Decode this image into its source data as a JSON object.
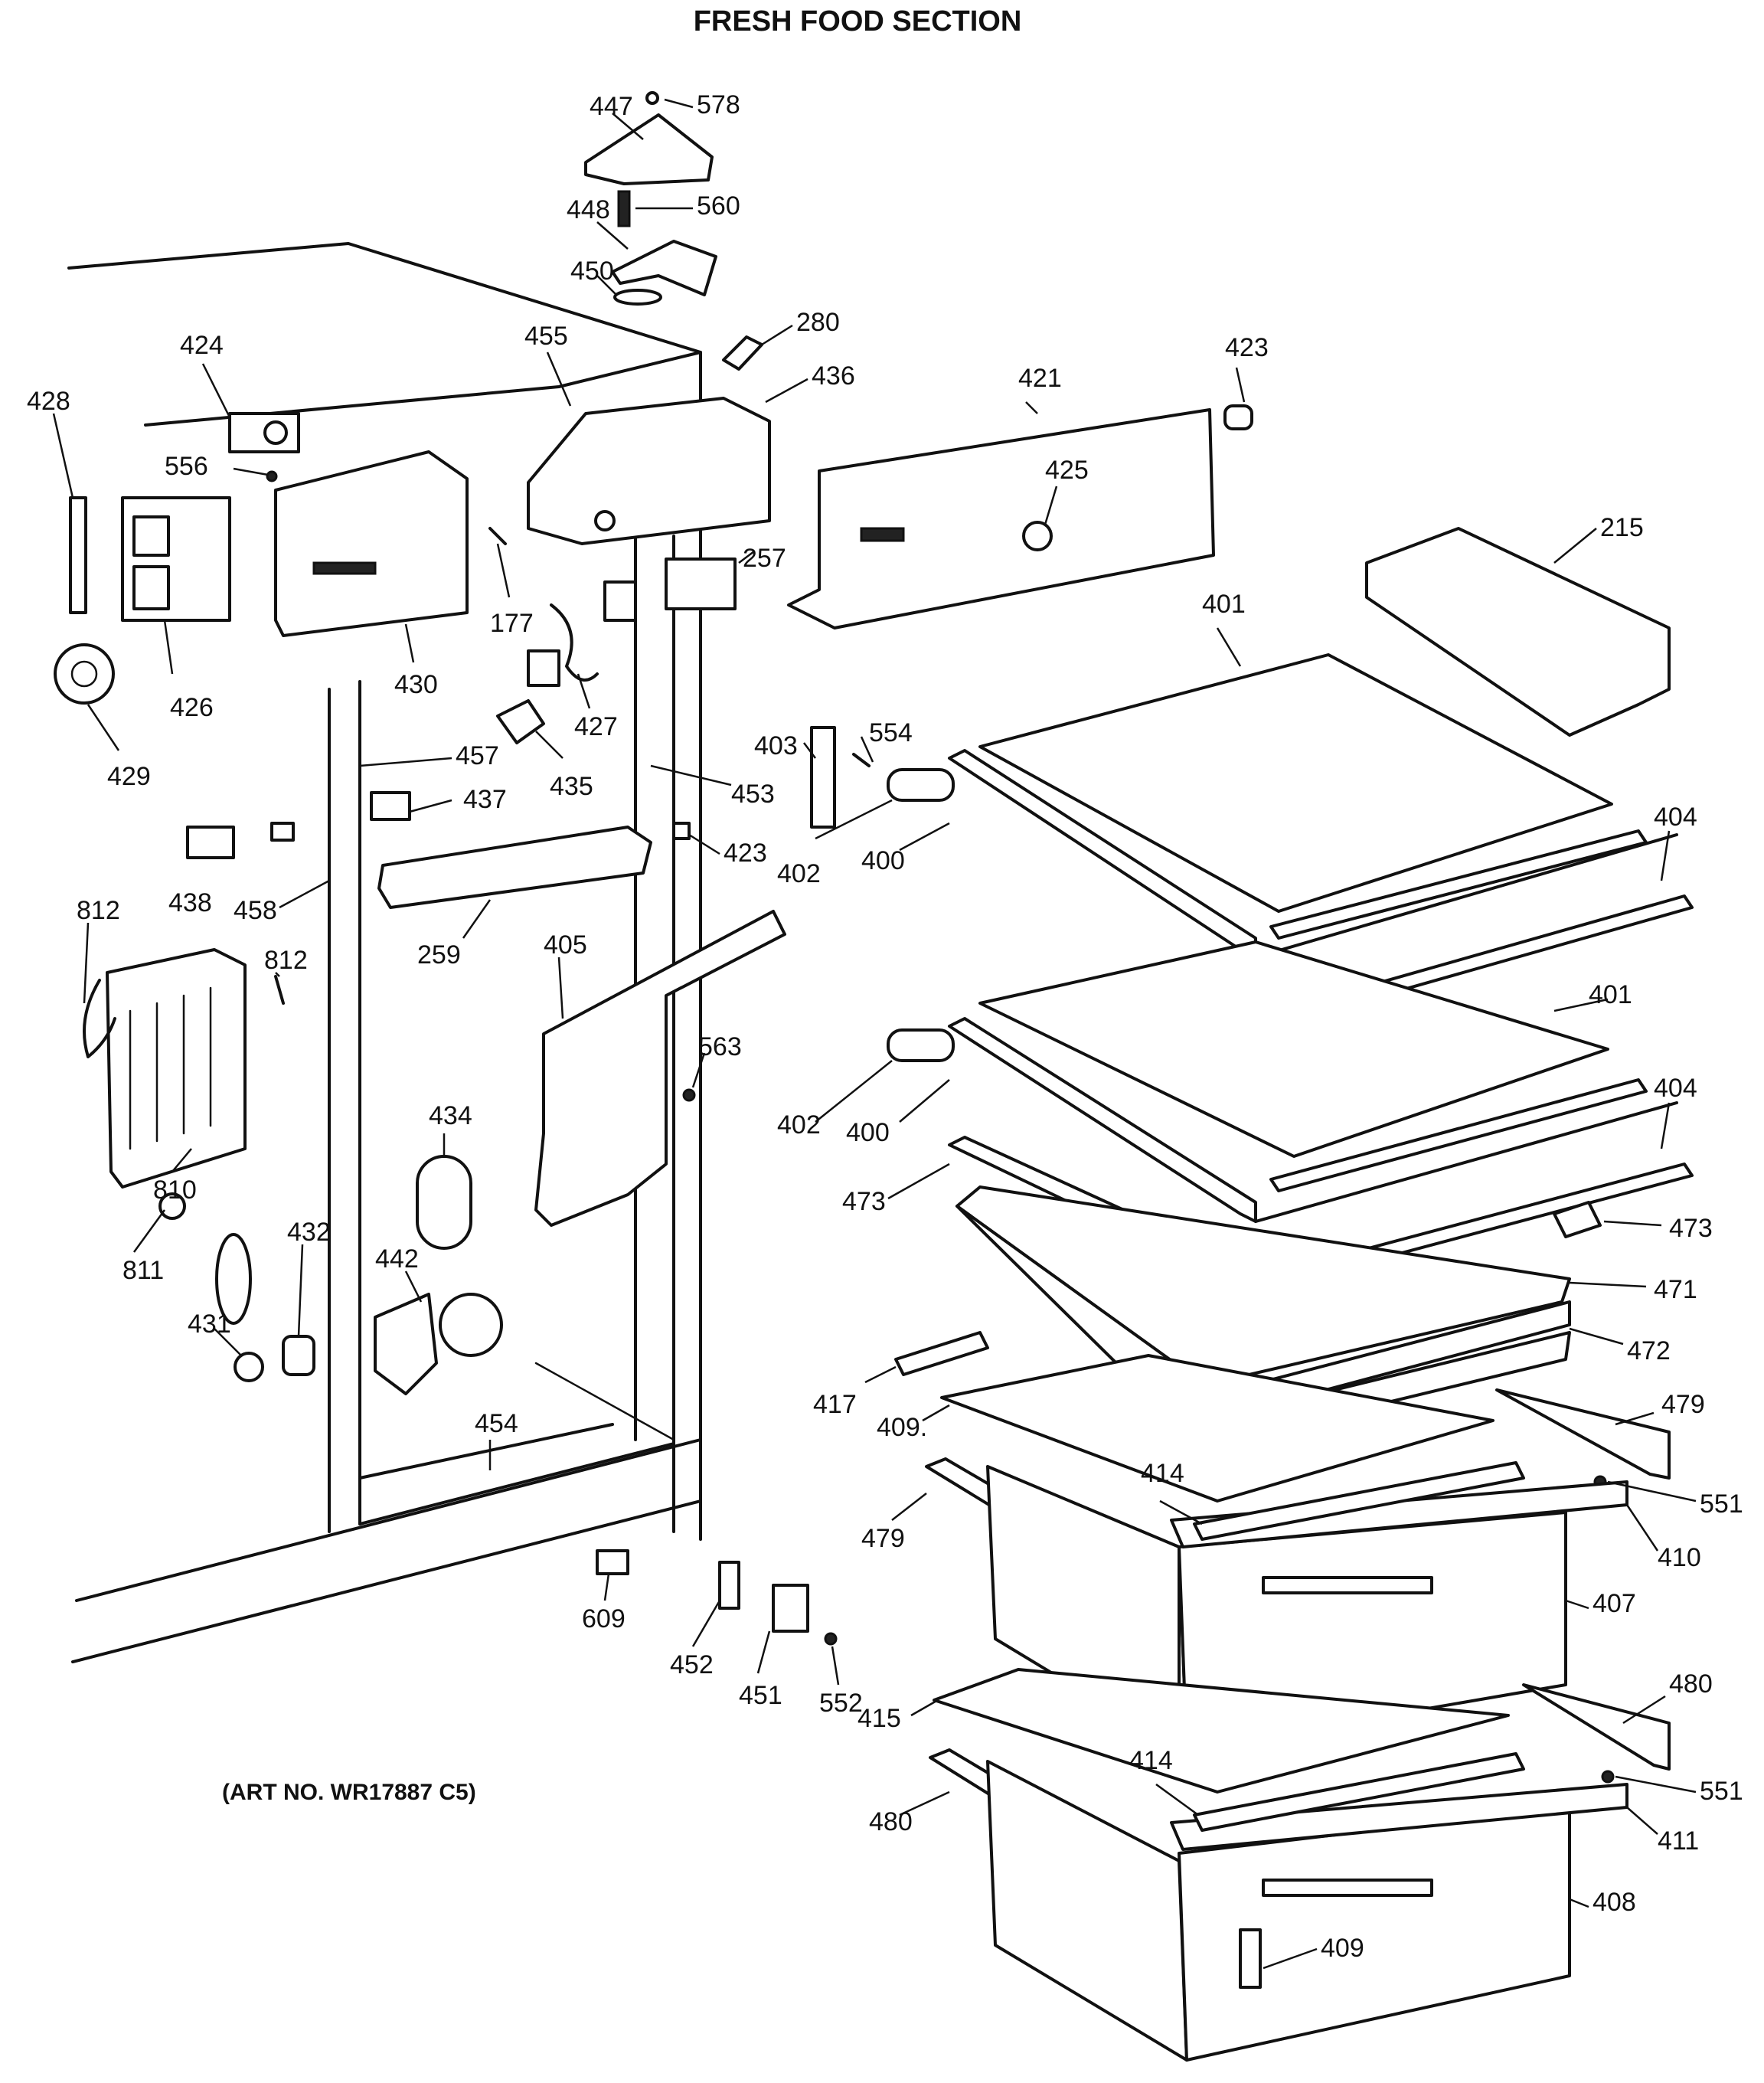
{
  "title": "FRESH FOOD SECTION",
  "art_number": "(ART NO. WR17887 C5)",
  "callouts": {
    "c215": "215",
    "c177": "177",
    "c257": "257",
    "c259": "259",
    "c280": "280",
    "c400a": "400",
    "c400b": "400",
    "c401a": "401",
    "c401b": "401",
    "c402a": "402",
    "c402b": "402",
    "c403": "403",
    "c404a": "404",
    "c404b": "404",
    "c405": "405",
    "c407": "407",
    "c408": "408",
    "c409a": "409.",
    "c409b": "409",
    "c410": "410",
    "c411": "411",
    "c414a": "414",
    "c414b": "414",
    "c415": "415",
    "c417": "417",
    "c421": "421",
    "c423a": "423",
    "c423b": "423",
    "c424": "424",
    "c425": "425",
    "c426": "426",
    "c427": "427",
    "c428": "428",
    "c429": "429",
    "c430": "430",
    "c431": "431",
    "c432": "432",
    "c434": "434",
    "c435": "435",
    "c436": "436",
    "c437": "437",
    "c438": "438",
    "c442": "442",
    "c447": "447",
    "c448": "448",
    "c450": "450",
    "c451": "451",
    "c452": "452",
    "c453": "453",
    "c454": "454",
    "c455": "455",
    "c456": "556",
    "c457": "457",
    "c458": "458",
    "c471": "471",
    "c472": "472",
    "c473a": "473",
    "c473b": "473",
    "c479a": "479",
    "c479b": "479",
    "c480a": "480",
    "c480b": "480",
    "c551a": "551",
    "c551b": "551",
    "c552": "552",
    "c554": "554",
    "c560": "560",
    "c563": "563",
    "c578": "578",
    "c609": "609",
    "c810": "810",
    "c811": "811",
    "c812a": "812",
    "c812b": "812"
  }
}
